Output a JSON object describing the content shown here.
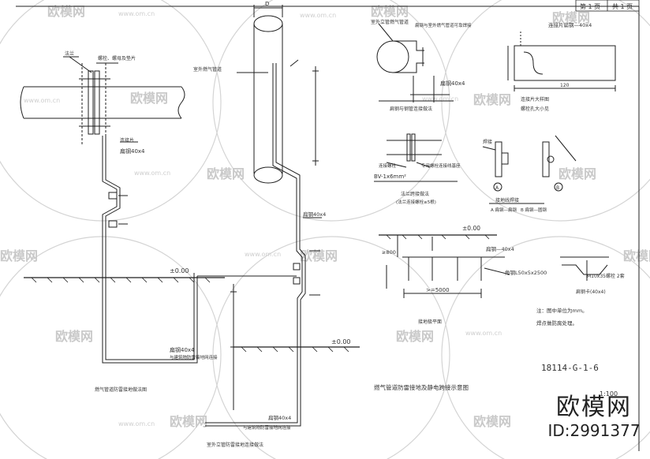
{
  "title_block": {
    "sheet_label": "第 1 页",
    "total_label": "共 1 页"
  },
  "drawing_number": "18114-G-1-6",
  "drawing_title": "燃气管道防雷接地及静电跨接示意图",
  "watermark": {
    "brand": "欧模网",
    "url": "www.om.cn"
  },
  "brand_badge": {
    "name": "欧模网",
    "id": "ID:2991377"
  },
  "labels": {
    "flange": "法兰",
    "bolt_washer": "螺栓、螺母及垫片",
    "jumper_strip": "连接片",
    "flat_steel_1": "扁钢40x4",
    "riser_pipe": "室外燃气管道",
    "flat_steel_2": "扁钢40x4",
    "elev_left": "±0.00",
    "flat_steel_3": "扁钢40x4",
    "ground_note_1": "与建筑物防雷接地网连接",
    "left_caption": "燃气管道防雷接地做法图",
    "flat_steel_4": "扁钢40x4",
    "ground_note_2": "与建筑物防雷接地网连接",
    "elev_mid": "±0.00",
    "bottom_caption": "室外立管防雷接地连接做法",
    "dim_d": "D",
    "clamp_pipe": "室外立管燃气管道",
    "clamp_strip": "扁钢与室外燃气管道可靠焊接",
    "clamp_flat": "扁钢40x4",
    "clamp_caption": "扁钢与钢管连接做法",
    "bolt_left": "连接螺栓",
    "bolt_right": "专用螺栓连接线基座",
    "bolt_size": "BV-1x6mm²",
    "flange_caption": "法兰跨接做法",
    "flange_sub": "(法兰连接螺栓≥5根)",
    "weld_label": "焊接",
    "detail_a": "A",
    "detail_b": "B",
    "weld_caption": "接地线焊接",
    "weld_a": "A 扁钢—扁钢",
    "weld_b": "B 扁钢—圆钢",
    "plate_label": "连接片扁钢—40x4",
    "plate_dim": "120",
    "plate_note": "连接片大样图",
    "plate_note2": "螺栓孔大小见",
    "earth_elev": "±0.00",
    "earth_depth": "≥800",
    "earth_flat": "扁钢—40x4",
    "earth_rod": "角钢L50x5x2500",
    "earth_spacing": ">=5000",
    "earth_caption": "接地极平面",
    "bracket_label": "M10x35螺栓 2套",
    "bracket_flat": "扁钢卡(40x4)",
    "note_1": "注：图中单位为mm。",
    "note_2": "焊点做防腐处理。",
    "scale": "1:100"
  },
  "colors": {
    "line": "#1f1f1f",
    "watermark": "#cccccc"
  }
}
